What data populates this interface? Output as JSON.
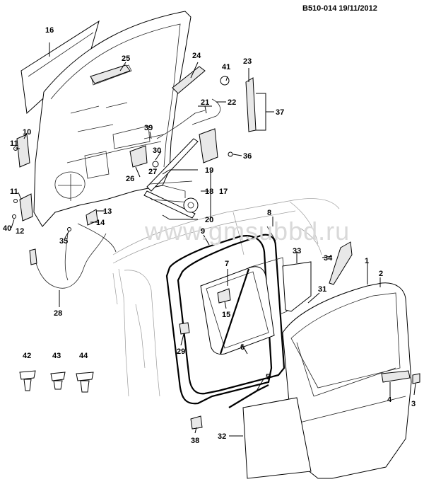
{
  "header": {
    "code": "B510-014  19/11/2012"
  },
  "watermark": "www.gmsubbd.ru",
  "callouts": [
    {
      "id": "c1",
      "label": "1"
    },
    {
      "id": "c2",
      "label": "2"
    },
    {
      "id": "c3",
      "label": "3"
    },
    {
      "id": "c4",
      "label": "4"
    },
    {
      "id": "c5",
      "label": "5"
    },
    {
      "id": "c6",
      "label": "6"
    },
    {
      "id": "c7",
      "label": "7"
    },
    {
      "id": "c8",
      "label": "8"
    },
    {
      "id": "c9",
      "label": "9"
    },
    {
      "id": "c10",
      "label": "10"
    },
    {
      "id": "c11a",
      "label": "11"
    },
    {
      "id": "c11b",
      "label": "11"
    },
    {
      "id": "c12",
      "label": "12"
    },
    {
      "id": "c13",
      "label": "13"
    },
    {
      "id": "c14",
      "label": "14"
    },
    {
      "id": "c15",
      "label": "15"
    },
    {
      "id": "c16",
      "label": "16"
    },
    {
      "id": "c17",
      "label": "17"
    },
    {
      "id": "c18",
      "label": "18"
    },
    {
      "id": "c19",
      "label": "19"
    },
    {
      "id": "c20",
      "label": "20"
    },
    {
      "id": "c21",
      "label": "21"
    },
    {
      "id": "c22",
      "label": "22"
    },
    {
      "id": "c23",
      "label": "23"
    },
    {
      "id": "c24",
      "label": "24"
    },
    {
      "id": "c25",
      "label": "25"
    },
    {
      "id": "c26",
      "label": "26"
    },
    {
      "id": "c27",
      "label": "27"
    },
    {
      "id": "c28",
      "label": "28"
    },
    {
      "id": "c29",
      "label": "29"
    },
    {
      "id": "c30",
      "label": "30"
    },
    {
      "id": "c31",
      "label": "31"
    },
    {
      "id": "c32",
      "label": "32"
    },
    {
      "id": "c33",
      "label": "33"
    },
    {
      "id": "c34",
      "label": "34"
    },
    {
      "id": "c35",
      "label": "35"
    },
    {
      "id": "c36",
      "label": "36"
    },
    {
      "id": "c37",
      "label": "37"
    },
    {
      "id": "c38",
      "label": "38"
    },
    {
      "id": "c39",
      "label": "39"
    },
    {
      "id": "c40",
      "label": "40"
    },
    {
      "id": "c41",
      "label": "41"
    },
    {
      "id": "c42",
      "label": "42"
    },
    {
      "id": "c43",
      "label": "43"
    },
    {
      "id": "c44",
      "label": "44"
    }
  ]
}
